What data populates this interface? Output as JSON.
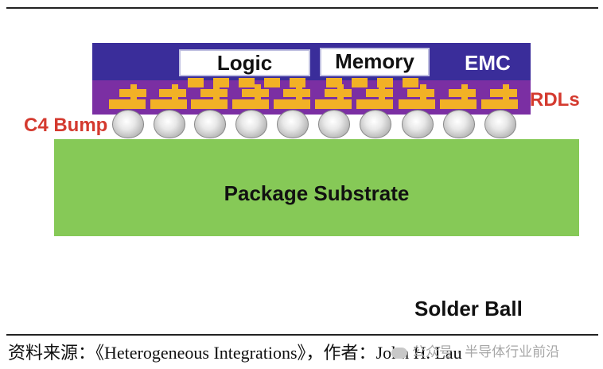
{
  "labels": {
    "logic": "Logic",
    "memory": "Memory",
    "emc": "EMC",
    "rdls": "RDLs",
    "c4_bump": "C4 Bump",
    "package_substrate": "Package Substrate",
    "solder_ball": "Solder Ball"
  },
  "caption": "资料来源：《Heterogeneous Integrations》，作者：John H. Lau",
  "watermark": "公众号 · 半导体行业前沿",
  "colors": {
    "emc": "#3a2d9a",
    "rdl": "#7b2fa3",
    "pads": "#f2b126",
    "substrate": "#86c957",
    "solder_ball": "#b9b9b9",
    "label_red": "#d43a2f"
  },
  "icons": [
    "watermark-wechat-icon"
  ]
}
